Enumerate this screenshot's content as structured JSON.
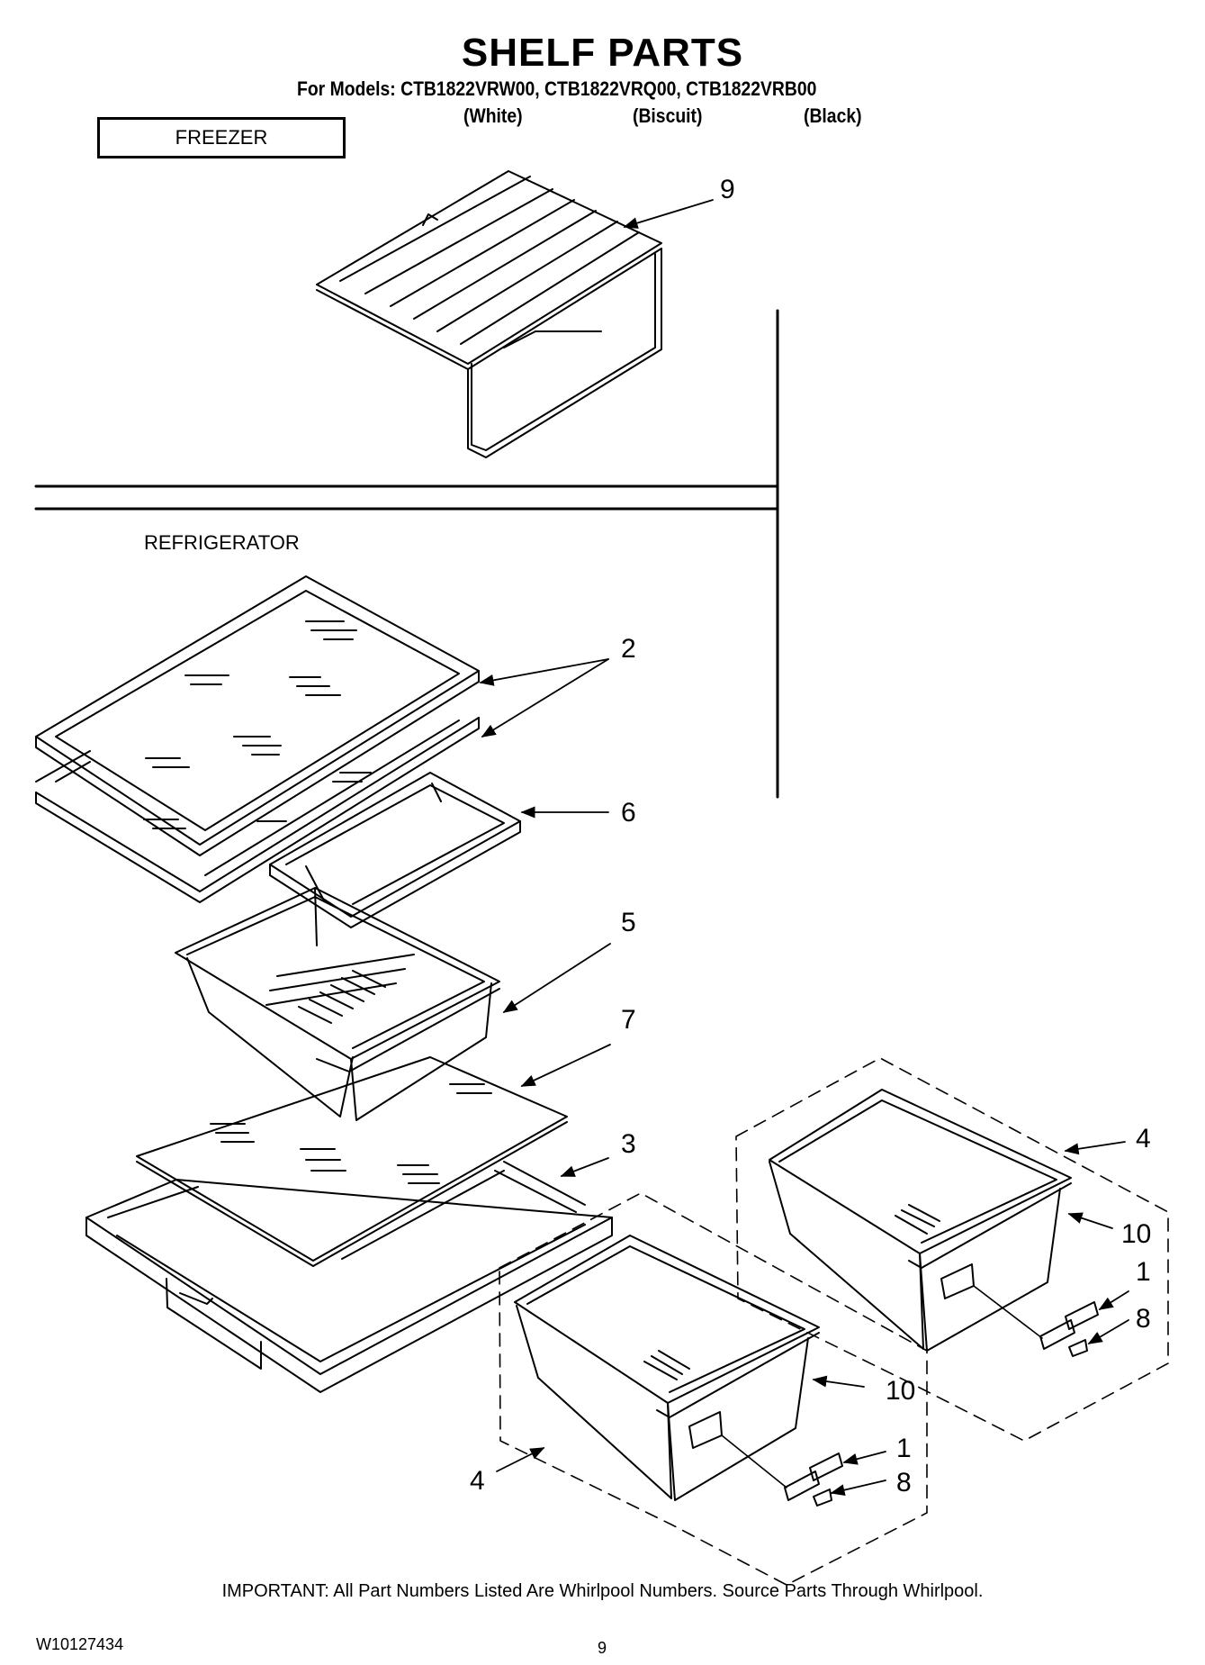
{
  "header": {
    "title": "SHELF PARTS",
    "models_line": "For Models: CTB1822VRW00, CTB1822VRQ00, CTB1822VRB00",
    "colors": [
      "(White)",
      "(Biscuit)",
      "(Black)"
    ]
  },
  "sections": {
    "freezer": "FREEZER",
    "refrigerator": "REFRIGERATOR"
  },
  "callouts": {
    "c9": "9",
    "c2": "2",
    "c6": "6",
    "c5": "5",
    "c7": "7",
    "c3": "3",
    "c4a": "4",
    "c10a": "10",
    "c1a": "1",
    "c8a": "8",
    "c10b": "10",
    "c1b": "1",
    "c8b": "8",
    "c4b": "4"
  },
  "footer": {
    "important": "IMPORTANT: All Part Numbers Listed Are Whirlpool Numbers. Source Parts Through Whirlpool.",
    "document_number": "W10127434",
    "page_number": "9"
  }
}
